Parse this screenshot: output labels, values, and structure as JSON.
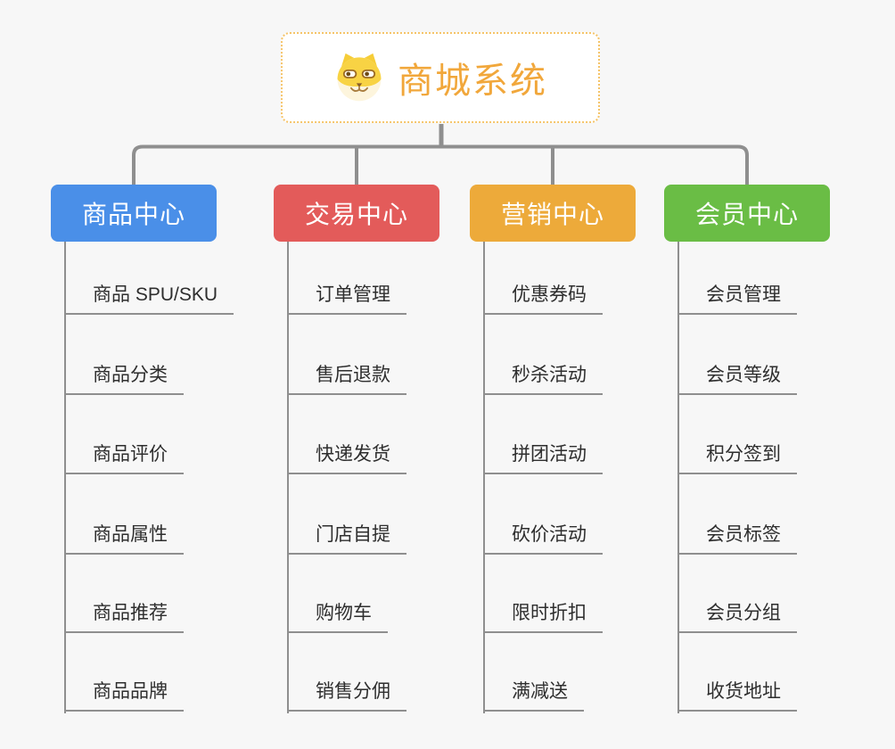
{
  "root": {
    "title": "商城系统",
    "icon": "doge-icon",
    "title_color": "#f1a73b",
    "border_color": "#f5c469"
  },
  "connector_color": "#8f8f8f",
  "background_color": "#f7f7f7",
  "branches": [
    {
      "label": "商品中心",
      "color": "#4a8fe8",
      "items": [
        "商品 SPU/SKU",
        "商品分类",
        "商品评价",
        "商品属性",
        "商品推荐",
        "商品品牌"
      ]
    },
    {
      "label": "交易中心",
      "color": "#e35b5a",
      "items": [
        "订单管理",
        "售后退款",
        "快递发货",
        "门店自提",
        "购物车",
        "销售分佣"
      ]
    },
    {
      "label": "营销中心",
      "color": "#edaa3a",
      "items": [
        "优惠券码",
        "秒杀活动",
        "拼团活动",
        "砍价活动",
        "限时折扣",
        "满减送"
      ]
    },
    {
      "label": "会员中心",
      "color": "#6abd45",
      "items": [
        "会员管理",
        "会员等级",
        "积分签到",
        "会员标签",
        "会员分组",
        "收货地址"
      ]
    }
  ]
}
